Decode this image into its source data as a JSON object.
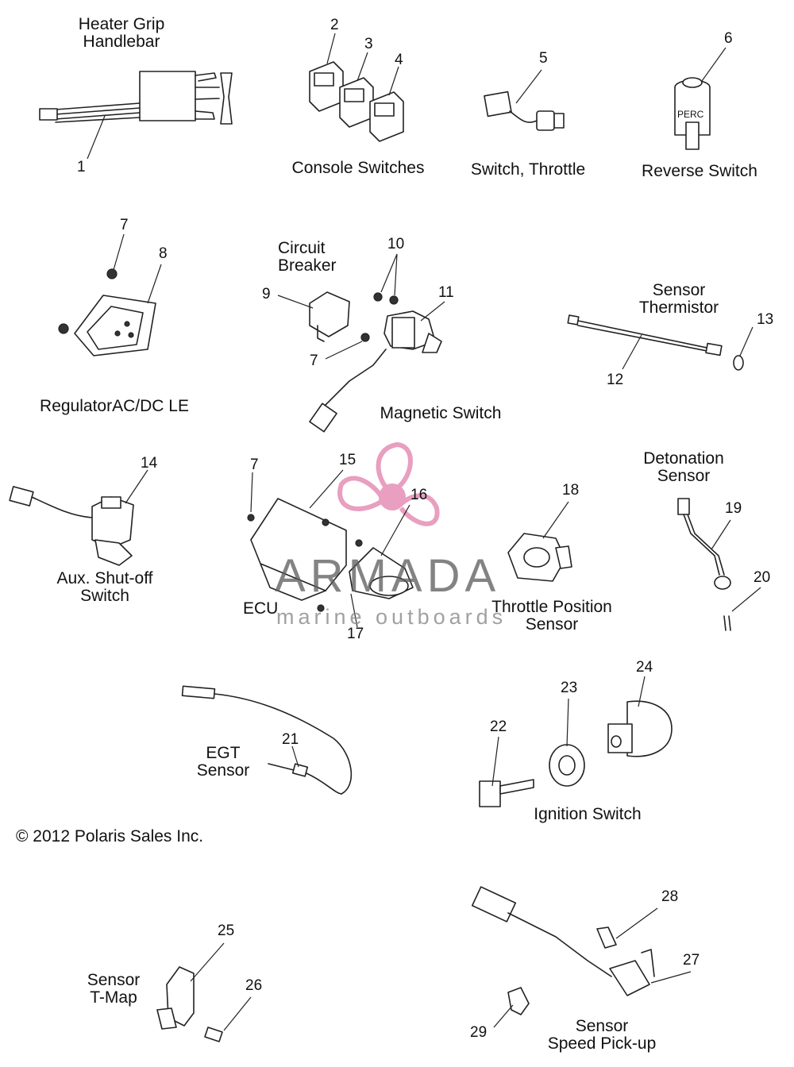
{
  "labels": {
    "heater_grip": "Heater Grip\nHandlebar",
    "console_switches": "Console Switches",
    "switch_throttle": "Switch, Throttle",
    "reverse_switch": "Reverse Switch",
    "perc_text": "PERC",
    "regulator": "RegulatorAC/DC LE",
    "circuit_breaker": "Circuit\nBreaker",
    "magnetic_switch": "Magnetic Switch",
    "sensor_thermistor": "Sensor\nThermistor",
    "aux_shutoff": "Aux. Shut-off\nSwitch",
    "ecu": "ECU",
    "throttle_position": "Throttle Position\nSensor",
    "detonation": "Detonation\nSensor",
    "egt": "EGT\nSensor",
    "ignition": "Ignition Switch",
    "tmap": "Sensor\nT-Map",
    "speed_pickup": "Sensor\nSpeed Pick-up"
  },
  "numbers": {
    "n1": "1",
    "n2": "2",
    "n3": "3",
    "n4": "4",
    "n5": "5",
    "n6": "6",
    "n7a": "7",
    "n7b": "7",
    "n7c": "7",
    "n8": "8",
    "n9": "9",
    "n10": "10",
    "n11": "11",
    "n12": "12",
    "n13": "13",
    "n14": "14",
    "n15": "15",
    "n16": "16",
    "n17": "17",
    "n18": "18",
    "n19": "19",
    "n20": "20",
    "n21": "21",
    "n22": "22",
    "n23": "23",
    "n24": "24",
    "n25": "25",
    "n26": "26",
    "n27": "27",
    "n28": "28",
    "n29": "29"
  },
  "copyright": "© 2012 Polaris Sales Inc.",
  "watermark": {
    "title": "ARMADA",
    "subtitle": "marine outboards",
    "logo_color": "#e58fb6"
  }
}
